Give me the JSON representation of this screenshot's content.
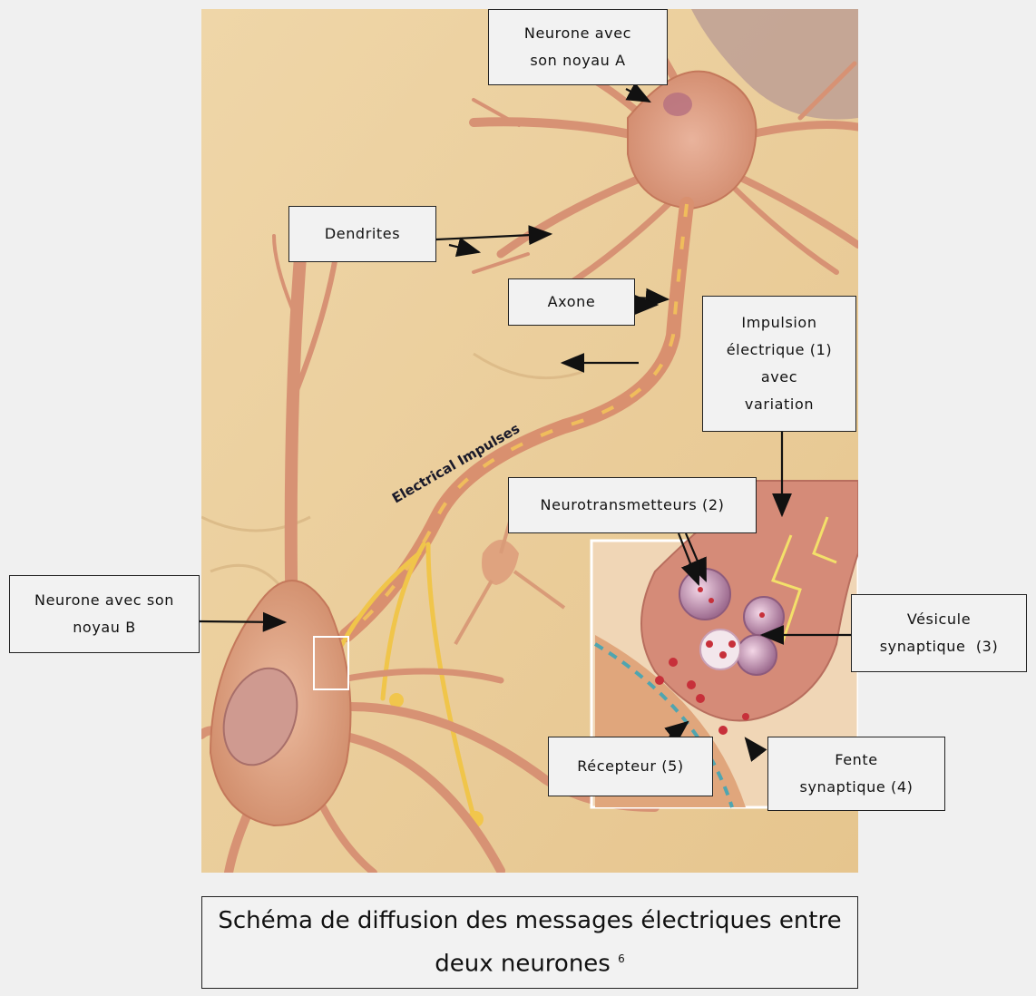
{
  "labels": {
    "neurone_a": [
      "Neurone avec",
      "son noyau A"
    ],
    "dendrites": "Dendrites",
    "axone": "Axone",
    "impulsion": [
      "Impulsion",
      "électrique (1)",
      "avec",
      "variation"
    ],
    "neurotransmetteurs": "Neurotransmetteurs (2)",
    "neurone_b": [
      "Neurone avec son",
      "noyau B"
    ],
    "vesicule": [
      "Vésicule",
      "synaptique  (3)"
    ],
    "recepteur": "Récepteur (5)",
    "fente": [
      "Fente",
      "synaptique (4)"
    ]
  },
  "illustration_text": "Electrical Impulses",
  "caption": {
    "line1": "Schéma de diffusion des messages électriques entre",
    "line2": "deux neurones",
    "footnote": "6"
  }
}
